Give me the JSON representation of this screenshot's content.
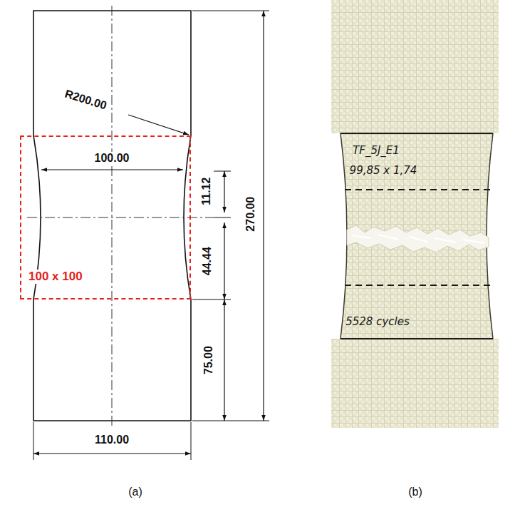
{
  "diagram": {
    "nodes": [
      {
        "text": [
          "100 x 100"
        ]
      }
    ],
    "labels": [
      "R200.00",
      "100.00",
      "11.12",
      "44.44",
      "270.00",
      "75.00",
      "110.00",
      "TF_5J_E1",
      "99,85 x 1,74",
      "5528 cycles",
      "(a)",
      "(b)"
    ]
  }
}
